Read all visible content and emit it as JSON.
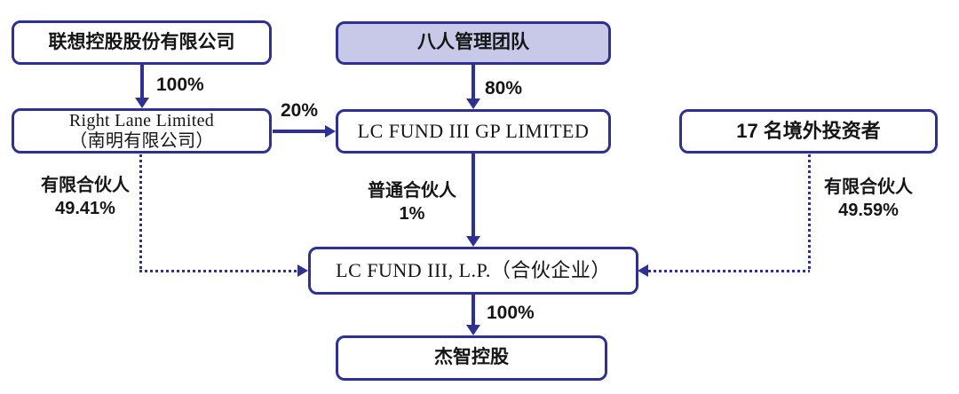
{
  "diagram": {
    "title": "ownership-structure-flowchart",
    "colors": {
      "line": "#2e3192",
      "team_fill": "#c8c9e9",
      "text": "#151515",
      "background": "#ffffff"
    },
    "nodes": {
      "legend_holdings": {
        "label": "联想控股股份有限公司"
      },
      "right_lane": {
        "name_en": "Right Lane Limited",
        "name_cn": "（南明有限公司）"
      },
      "management_team": {
        "label": "八人管理团队"
      },
      "gp_limited": {
        "label": "LC FUND III GP LIMITED"
      },
      "overseas_investors": {
        "label": "17 名境外投资者"
      },
      "lc_fund_lp": {
        "label": "LC FUND III, L.P.（合伙企业）"
      },
      "jiezhi_holdings": {
        "label": "杰智控股"
      }
    },
    "edges": {
      "legend_to_rightlane_pct": "100%",
      "team_to_gp_pct": "80%",
      "rightlane_to_gp_pct": "20%",
      "gp_to_lp": {
        "role": "普通合伙人",
        "pct": "1%"
      },
      "rightlane_to_lp": {
        "role": "有限合伙人",
        "pct": "49.41%"
      },
      "investors_to_lp": {
        "role": "有限合伙人",
        "pct": "49.59%"
      },
      "lp_to_jiezhi_pct": "100%"
    }
  }
}
